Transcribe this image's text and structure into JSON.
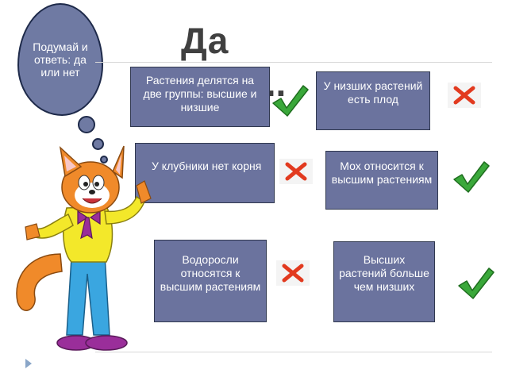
{
  "bubble": {
    "text": "Подумай и ответь: да или нет"
  },
  "title": {
    "line1": "Да",
    "line2": "..."
  },
  "statements": [
    {
      "text": "Растения делятся на две группы: высшие и низшие",
      "answer": "check-icon"
    },
    {
      "text": "У низших растений есть плод",
      "answer": "cross-icon"
    },
    {
      "text": "У клубники нет корня",
      "answer": "cross-icon"
    },
    {
      "text": "Мох относится к высшим растениям",
      "answer": "check-icon"
    },
    {
      "text": "Водоросли относятся к высшим растениям",
      "answer": "cross-icon"
    },
    {
      "text": "Высших растений больше чем низших",
      "answer": "check-icon"
    }
  ],
  "colors": {
    "box": "#6b739e",
    "check": "#3aa83a",
    "cross": "#e23a1f",
    "bubble": "#6f7aa3"
  }
}
